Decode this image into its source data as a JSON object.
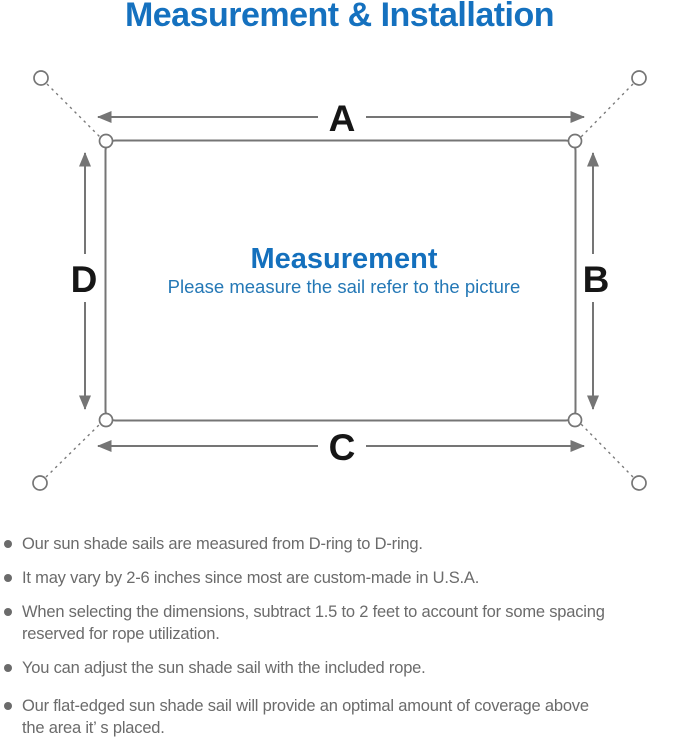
{
  "title": "Measurement & Installation",
  "diagram": {
    "dimension_labels": {
      "top": "A",
      "right": "B",
      "bottom": "C",
      "left": "D"
    },
    "center": {
      "heading": "Measurement",
      "subtitle": "Please measure the sail refer to the picture"
    }
  },
  "notes": [
    "Our sun shade sails are measured from D-ring to D-ring.",
    "It may vary by 2-6 inches since most are custom-made in U.S.A.",
    "When selecting the dimensions, subtract 1.5 to 2 feet to account for some spacing\nreserved for rope utilization.",
    "You can adjust the sun shade sail with the included rope.",
    "Our flat-edged sun shade sail will provide an optimal amount of coverage above\nthe area it’ s placed."
  ],
  "colors": {
    "accent_blue": "#1571bf",
    "subtitle_blue": "#2478b6",
    "line_gray": "#757575",
    "note_gray": "#6b6b6b",
    "label_black": "#161616",
    "background": "#ffffff"
  }
}
